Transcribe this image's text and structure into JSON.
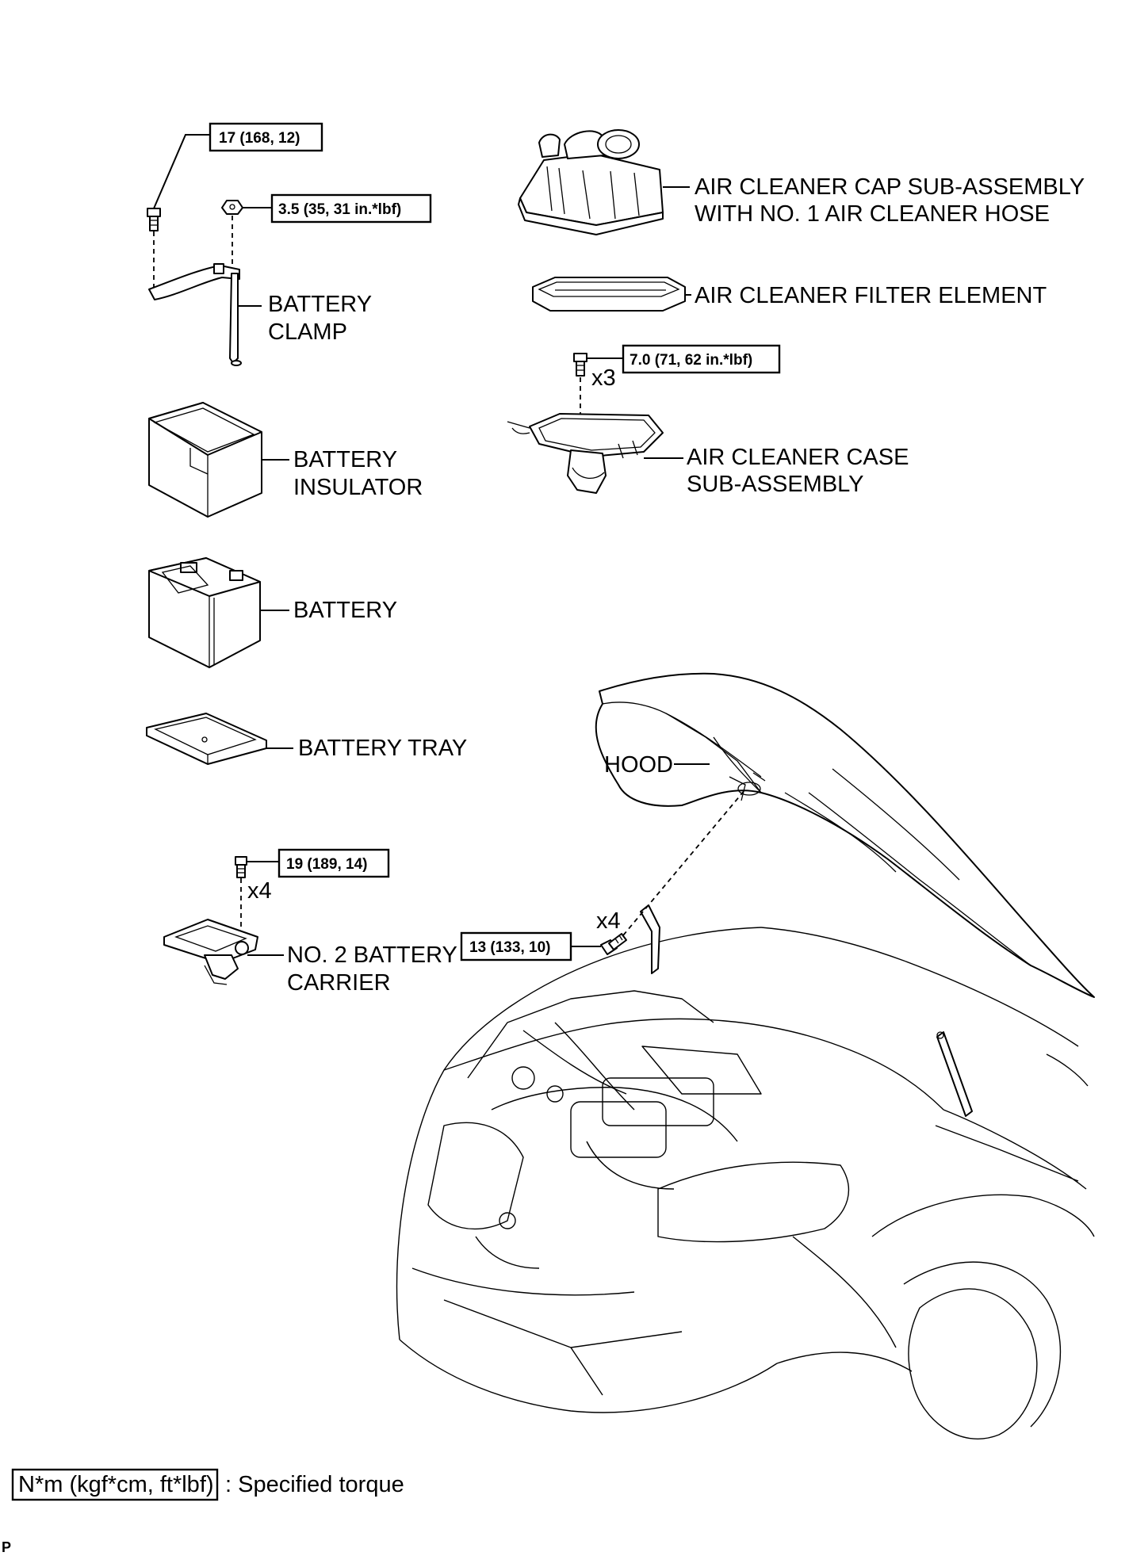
{
  "labels": {
    "battery_clamp_1": "BATTERY",
    "battery_clamp_2": "CLAMP",
    "battery_insulator_1": "BATTERY",
    "battery_insulator_2": "INSULATOR",
    "battery": "BATTERY",
    "battery_tray": "BATTERY TRAY",
    "battery_carrier_1": "NO. 2 BATTERY",
    "battery_carrier_2": "CARRIER",
    "air_cleaner_cap_1": "AIR CLEANER CAP SUB-ASSEMBLY",
    "air_cleaner_cap_2": "WITH NO. 1 AIR CLEANER HOSE",
    "air_cleaner_filter": "AIR CLEANER FILTER ELEMENT",
    "air_cleaner_case_1": "AIR CLEANER CASE",
    "air_cleaner_case_2": "SUB-ASSEMBLY",
    "hood": "HOOD"
  },
  "torques": {
    "clamp_bolt": "17 (168, 12)",
    "clamp_nut": "3.5 (35, 31 in.*lbf)",
    "case_bolt": "7.0 (71, 62 in.*lbf)",
    "carrier_bolt": "19 (189, 14)",
    "hood_bolt": "13 (133, 10)"
  },
  "quantities": {
    "case_bolt": "x3",
    "carrier_bolt": "x4",
    "hood_bolt": "x4"
  },
  "legend": {
    "box_text": "N*m (kgf*cm, ft*lbf)",
    "description": ": Specified torque"
  },
  "corner_mark": "P"
}
